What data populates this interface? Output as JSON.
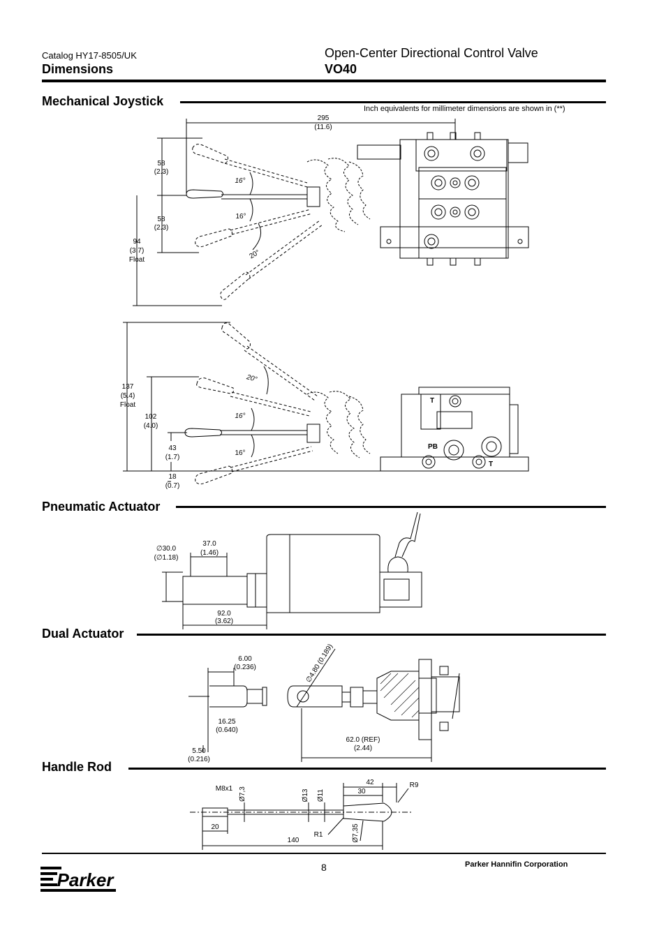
{
  "header": {
    "catalog": "Catalog HY17-8505/UK",
    "section": "Dimensions",
    "product": "Open-Center Directional Control Valve",
    "model": "VO40"
  },
  "sections": {
    "joystick": "Mechanical Joystick",
    "pneumatic": "Pneumatic Actuator",
    "dual": "Dual Actuator",
    "rod": "Handle Rod"
  },
  "note": "Inch equivalents for millimeter dimensions are shown in (**)",
  "joystick_top": {
    "width_mm": "295",
    "width_in": "(11.6)",
    "up_mm": "58",
    "up_in": "(2.3)",
    "down_mm": "58",
    "down_in": "(2.3)",
    "float_mm": "94",
    "float_in": "(3.7)",
    "float_label": "Float",
    "angle1": "16°",
    "angle2": "16°",
    "angle3": "20°"
  },
  "joystick_side": {
    "float_mm": "137",
    "float_in": "(5.4)",
    "float_label": "Float",
    "h102_mm": "102",
    "h102_in": "(4.0)",
    "h43_mm": "43",
    "h43_in": "(1.7)",
    "h18_mm": "18",
    "h18_in": "(0.7)",
    "angle1": "20°",
    "angle2": "16°",
    "angle3": "16°",
    "port_t": "T",
    "port_pb": "PB",
    "port_t2": "T"
  },
  "pneumatic": {
    "dia_mm": "∅30.0",
    "dia_in": "(∅1.18)",
    "len_mm": "37.0",
    "len_in": "(1.46)",
    "total_mm": "92.0",
    "total_in": "(3.62)"
  },
  "dual": {
    "w_mm": "6.00",
    "w_in": "(0.236)",
    "pin": "∅4.80 (0.189)",
    "l_mm": "16.25",
    "l_in": "(0.640)",
    "t_mm": "5.50",
    "t_in": "(0.216)",
    "ref_mm": "62.0 (REF)",
    "ref_in": "(2.44)"
  },
  "rod": {
    "thread": "M8x1",
    "d73": "Ø7,3",
    "d13": "Ø13",
    "d11": "Ø11",
    "l42": "42",
    "l30": "30",
    "r9": "R9",
    "l20": "20",
    "r1": "R1",
    "d735": "Ø7,35",
    "l140": "140"
  },
  "footer": {
    "page": "8",
    "corporation": "Parker Hannifin Corporation",
    "logo_text": "Parker"
  }
}
